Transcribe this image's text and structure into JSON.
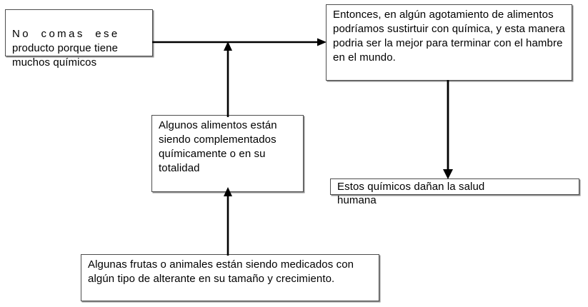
{
  "diagram": {
    "type": "concept-map",
    "title_present": false,
    "background_color": "#ffffff",
    "line_color": "#000000",
    "box_border_color": "#4d4d4d",
    "text_color": "#000000",
    "nodes": [
      {
        "id": "eat-warning",
        "name": "box-eat-warning",
        "line1": "No comas ese",
        "line2": "producto porque tiene",
        "line3": "muchos químicos",
        "text": "No comas ese producto porque tiene muchos químicos"
      },
      {
        "id": "chem-substitute",
        "name": "box-chem-substitute",
        "text": "Entonces, en algún agotamiento de alimentos podríamos sustirtuir con química, y esta manera podria ser la mejor para terminar con el  mundo."
      },
      {
        "id": "foods-complemented",
        "name": "box-foods-complemented",
        "text": "Algunos alimentos están siendo complementados químicamente o en su totalidad"
      },
      {
        "id": "chem-harm",
        "name": "box-chem-harm",
        "line1": "Estos químicos dañan la salud",
        "line2": "humana",
        "text": "Estos químicos dañan la salud humana"
      },
      {
        "id": "fruits-medicated",
        "name": "box-fruits-medicated",
        "text": "Algunas frutas o animales están siendo medicados con algún tipo de alterante en su tamaño y crecimiento."
      }
    ],
    "connectors": [
      {
        "id": "eat-warning-to-chem-substitute",
        "from": "eat-warning",
        "to": "chem-substitute",
        "direction": "right"
      },
      {
        "id": "foods-complemented-to-eat-warning",
        "from": "foods-complemented",
        "to": "eat-warning-connector",
        "direction": "up"
      },
      {
        "id": "chem-substitute-to-chem-harm",
        "from": "chem-substitute",
        "to": "chem-harm",
        "direction": "down"
      },
      {
        "id": "fruits-medicated-to-foods-complemented",
        "from": "fruits-medicated",
        "to": "foods-complemented",
        "direction": "up"
      }
    ]
  },
  "chem_substitute_text": {
    "full": "Entonces, en algún agotamiento de alimentos podríamos sustirtuir con química, y esta manera podria ser la mejor para terminar con el hambre en el  mundo."
  }
}
